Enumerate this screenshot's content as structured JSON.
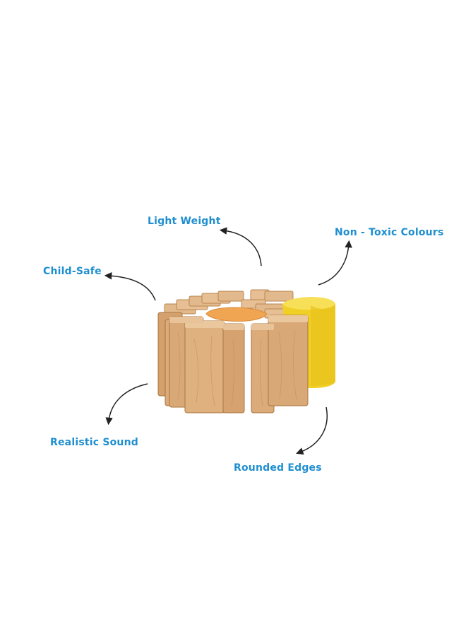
{
  "features": {
    "light_weight": "Light Weight",
    "non_toxic": "Non - Toxic Colours",
    "child_safe": "Child-Safe",
    "realistic_sound": "Realistic Sound",
    "rounded_edges": "Rounded Edges"
  },
  "colors": {
    "label": "#1f8fd0",
    "arrow": "#222222",
    "wood": "#d9a877",
    "wood_dark": "#b9854f",
    "orange_block": "#f0a552",
    "yellow_block": "#f3d52d"
  },
  "product": {
    "kind": "wooden rhythm-block toy"
  }
}
